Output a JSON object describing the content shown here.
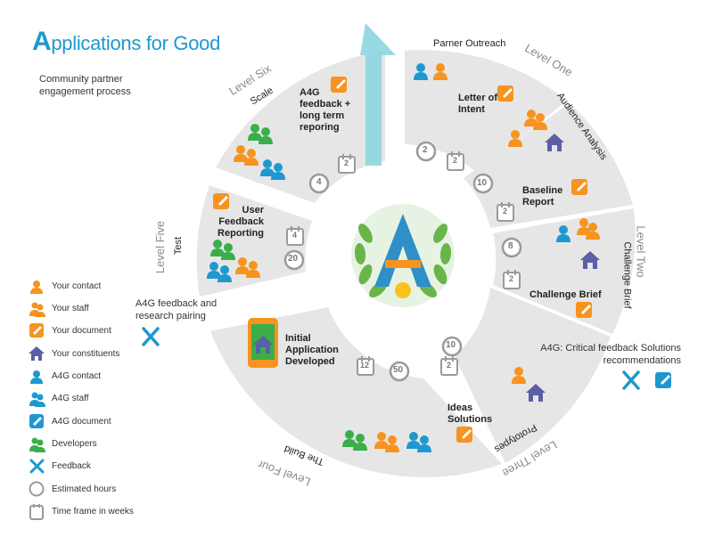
{
  "header": {
    "logo_first": "A",
    "logo_rest": "pplications for Good",
    "tagline": "Community partner engagement process"
  },
  "center": {
    "emblem": "a4g-emblem"
  },
  "segments": [
    {
      "level": "Level One",
      "stage": "Parner Outreach",
      "deliverable": "Letter of Intent",
      "hours": "2",
      "weeks": "2"
    },
    {
      "level": "Level One",
      "stage": "Audience Analysis",
      "deliverable": "Baseline Report",
      "hours": "10",
      "weeks": "2"
    },
    {
      "level": "Level Two",
      "stage": "Challenge Brief",
      "deliverable": "Challenge Brief",
      "hours": "8",
      "weeks": "2"
    },
    {
      "level": "Level Three",
      "stage": "Prototypes",
      "deliverable": "Ideas Solutions",
      "hours": "10",
      "weeks": "2"
    },
    {
      "level": "Level Four",
      "stage": "The Build",
      "deliverable": "Initial Application Developed",
      "hours": "50",
      "weeks": "12"
    },
    {
      "level": "Level Five",
      "stage": "Test",
      "deliverable": "User Feedback Reporting",
      "hours": "20",
      "weeks": "4"
    },
    {
      "level": "Level Six",
      "stage": "Scale",
      "deliverable": "A4G feedback + long term reporing",
      "hours": "4",
      "weeks": "2"
    }
  ],
  "side_notes": {
    "a4g_feedback_pairing": "A4G feedback and research pairing",
    "critical_feedback": "A4G: Critical feedback Solutions recommendations"
  },
  "legend": [
    {
      "icon": "your-contact-icon",
      "label": "Your contact"
    },
    {
      "icon": "your-staff-icon",
      "label": "Your staff"
    },
    {
      "icon": "your-document-icon",
      "label": "Your document"
    },
    {
      "icon": "your-constituents-icon",
      "label": "Your constituents"
    },
    {
      "icon": "a4g-contact-icon",
      "label": "A4G contact"
    },
    {
      "icon": "a4g-staff-icon",
      "label": "A4G staff"
    },
    {
      "icon": "a4g-document-icon",
      "label": "A4G document"
    },
    {
      "icon": "developers-icon",
      "label": "Developers"
    },
    {
      "icon": "feedback-icon",
      "label": "Feedback"
    },
    {
      "icon": "estimated-hours-icon",
      "label": "Estimated hours"
    },
    {
      "icon": "time-frame-icon",
      "label": "Time frame in weeks"
    }
  ],
  "colors": {
    "orange": "#f7931e",
    "blue": "#1e98cf",
    "green": "#3aae49",
    "purple": "#5a5fa6",
    "segment_gray": "#e6e6e6",
    "arrow": "#7fd3df"
  }
}
